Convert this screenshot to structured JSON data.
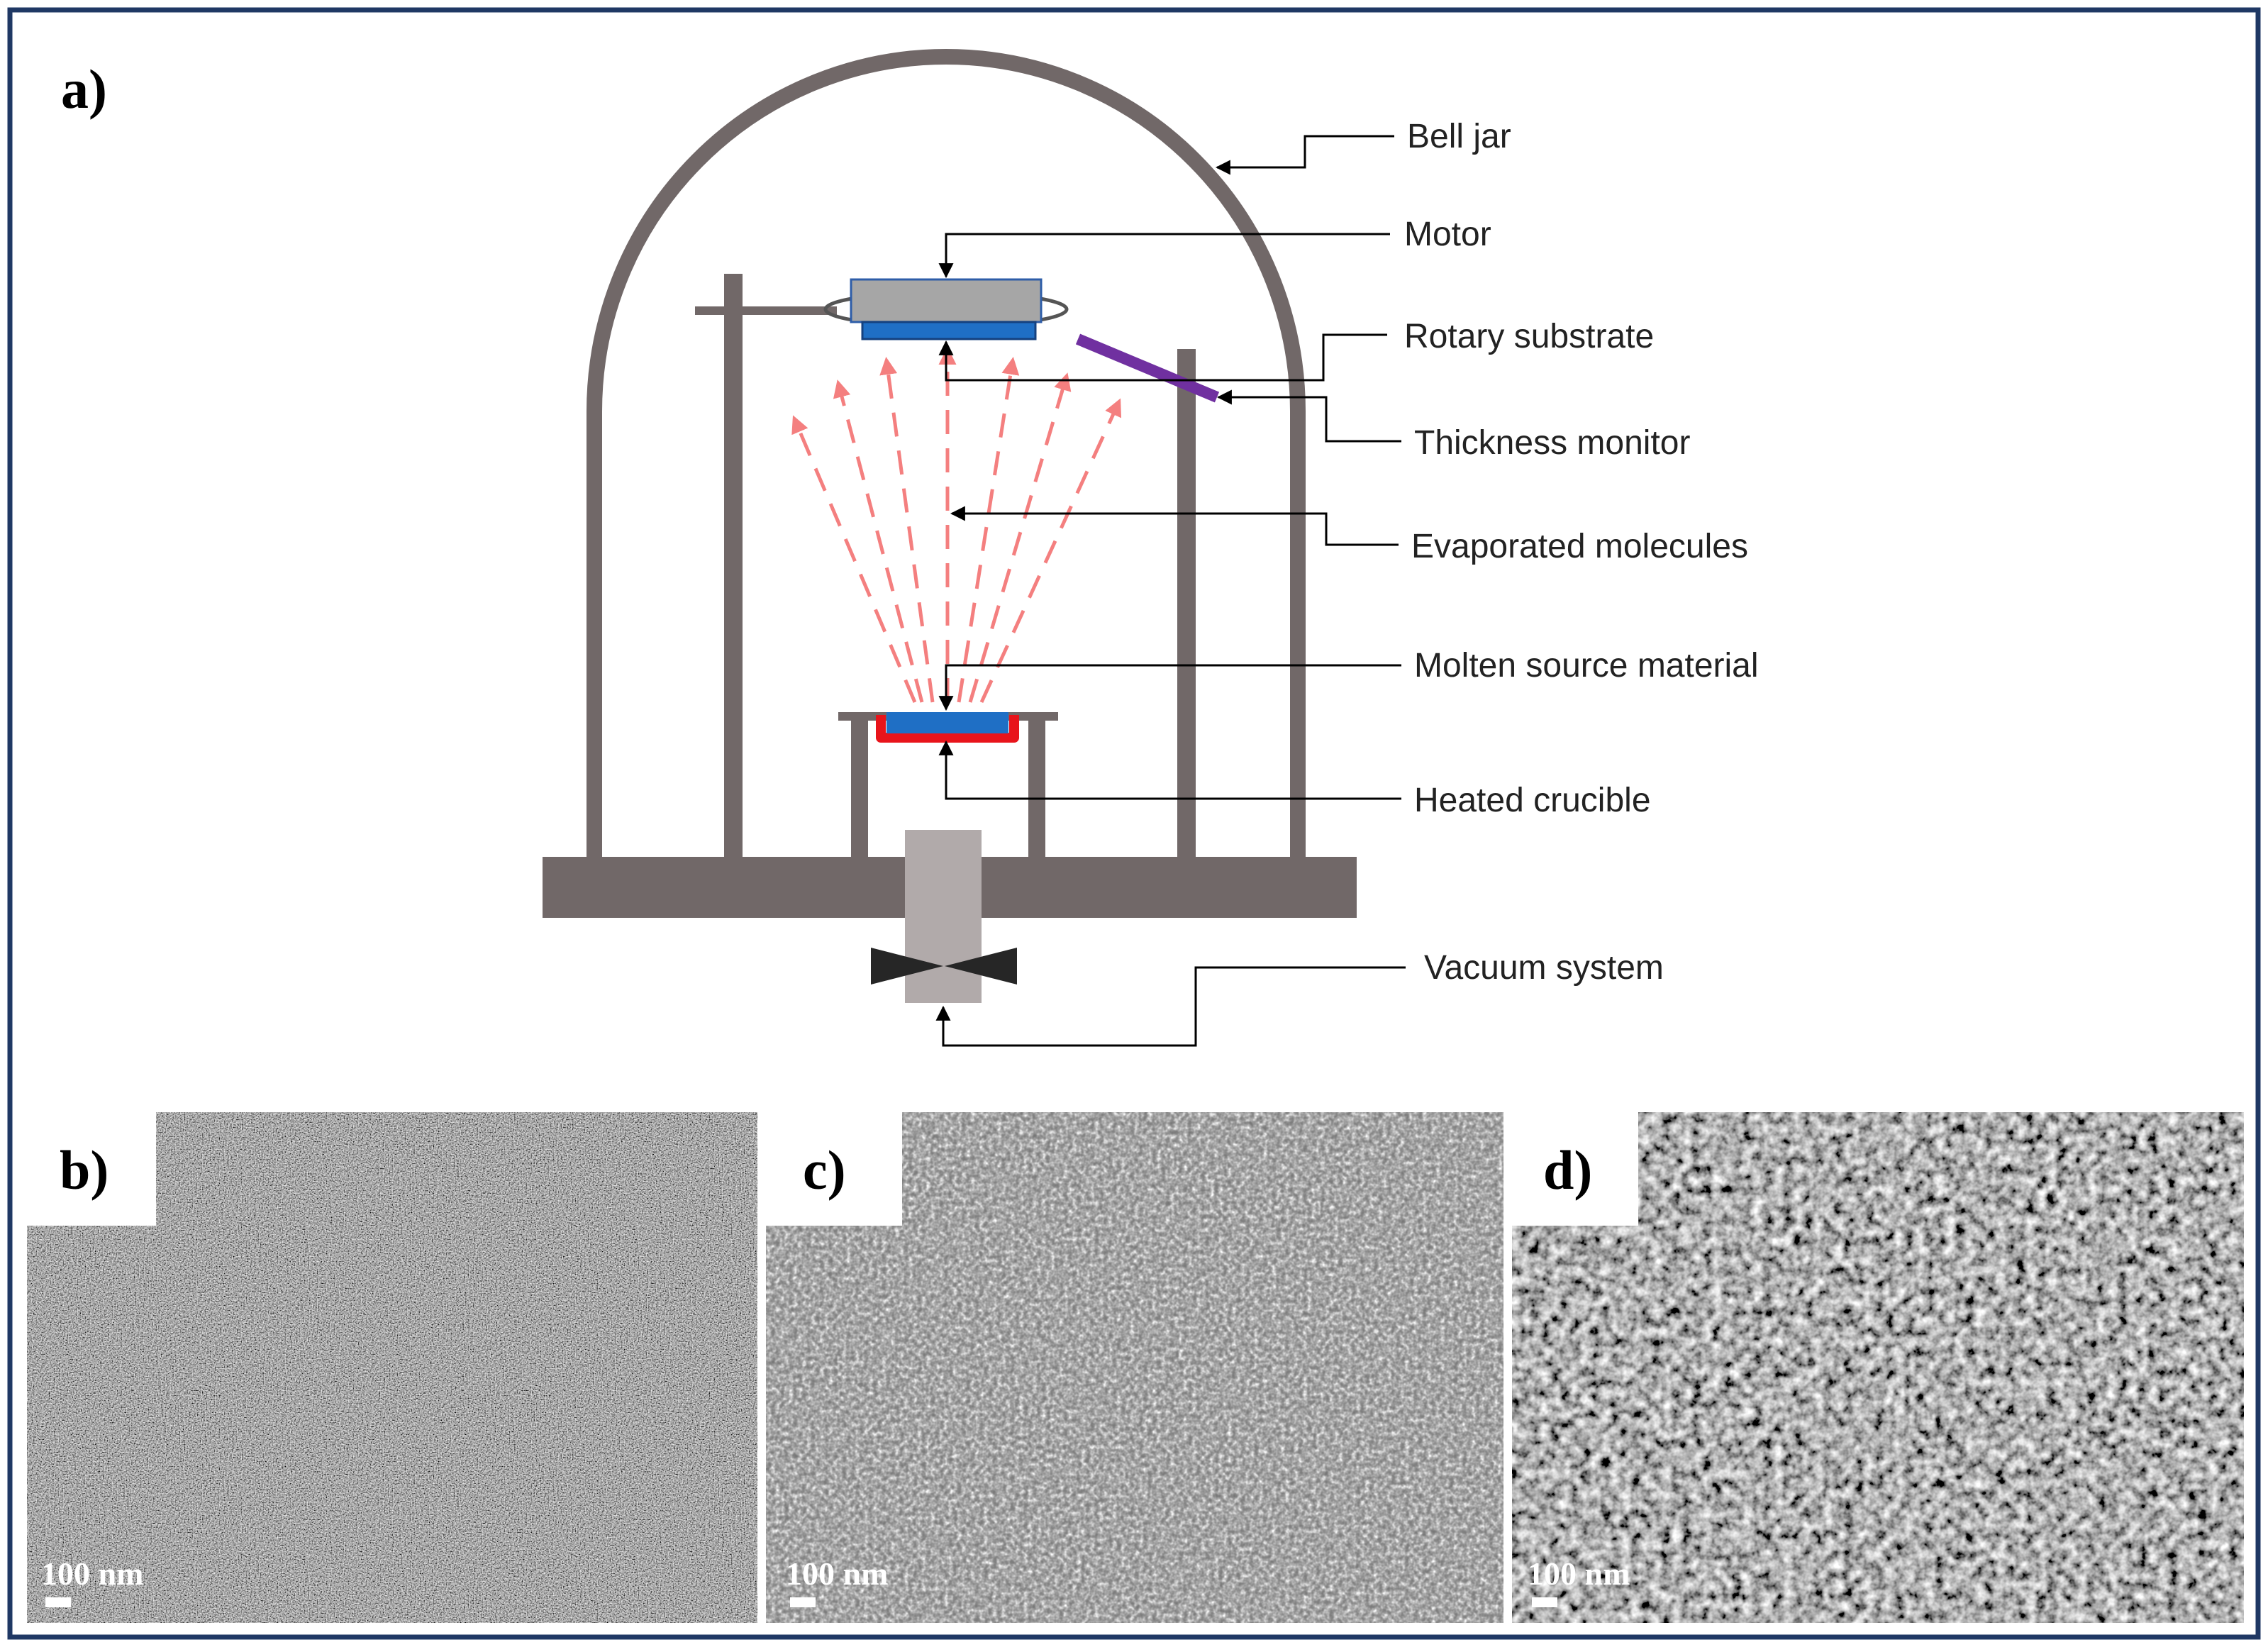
{
  "panels": {
    "a": "a)",
    "b": "b)",
    "c": "c)",
    "d": "d)"
  },
  "labels": {
    "bell_jar": "Bell jar",
    "motor": "Motor",
    "rotary_substrate": "Rotary substrate",
    "thickness_monitor": "Thickness monitor",
    "evaporated_molecules": "Evaporated molecules",
    "molten_source": "Molten source material",
    "heated_crucible": "Heated crucible",
    "vacuum_system": "Vacuum system"
  },
  "sem": {
    "b": {
      "scale_bar": "100 nm",
      "grain": "fine"
    },
    "c": {
      "scale_bar": "100 nm",
      "grain": "medium"
    },
    "d": {
      "scale_bar": "100 nm",
      "grain": "coarse"
    }
  },
  "colors": {
    "border": "#1f3864",
    "chamber": "#716868",
    "substrate_fill": "#a6a6a6",
    "substrate_blue": "#1f6fc5",
    "monitor": "#7030a0",
    "molecule_arrows": "#f47f7f",
    "crucible": "#e8141b"
  }
}
